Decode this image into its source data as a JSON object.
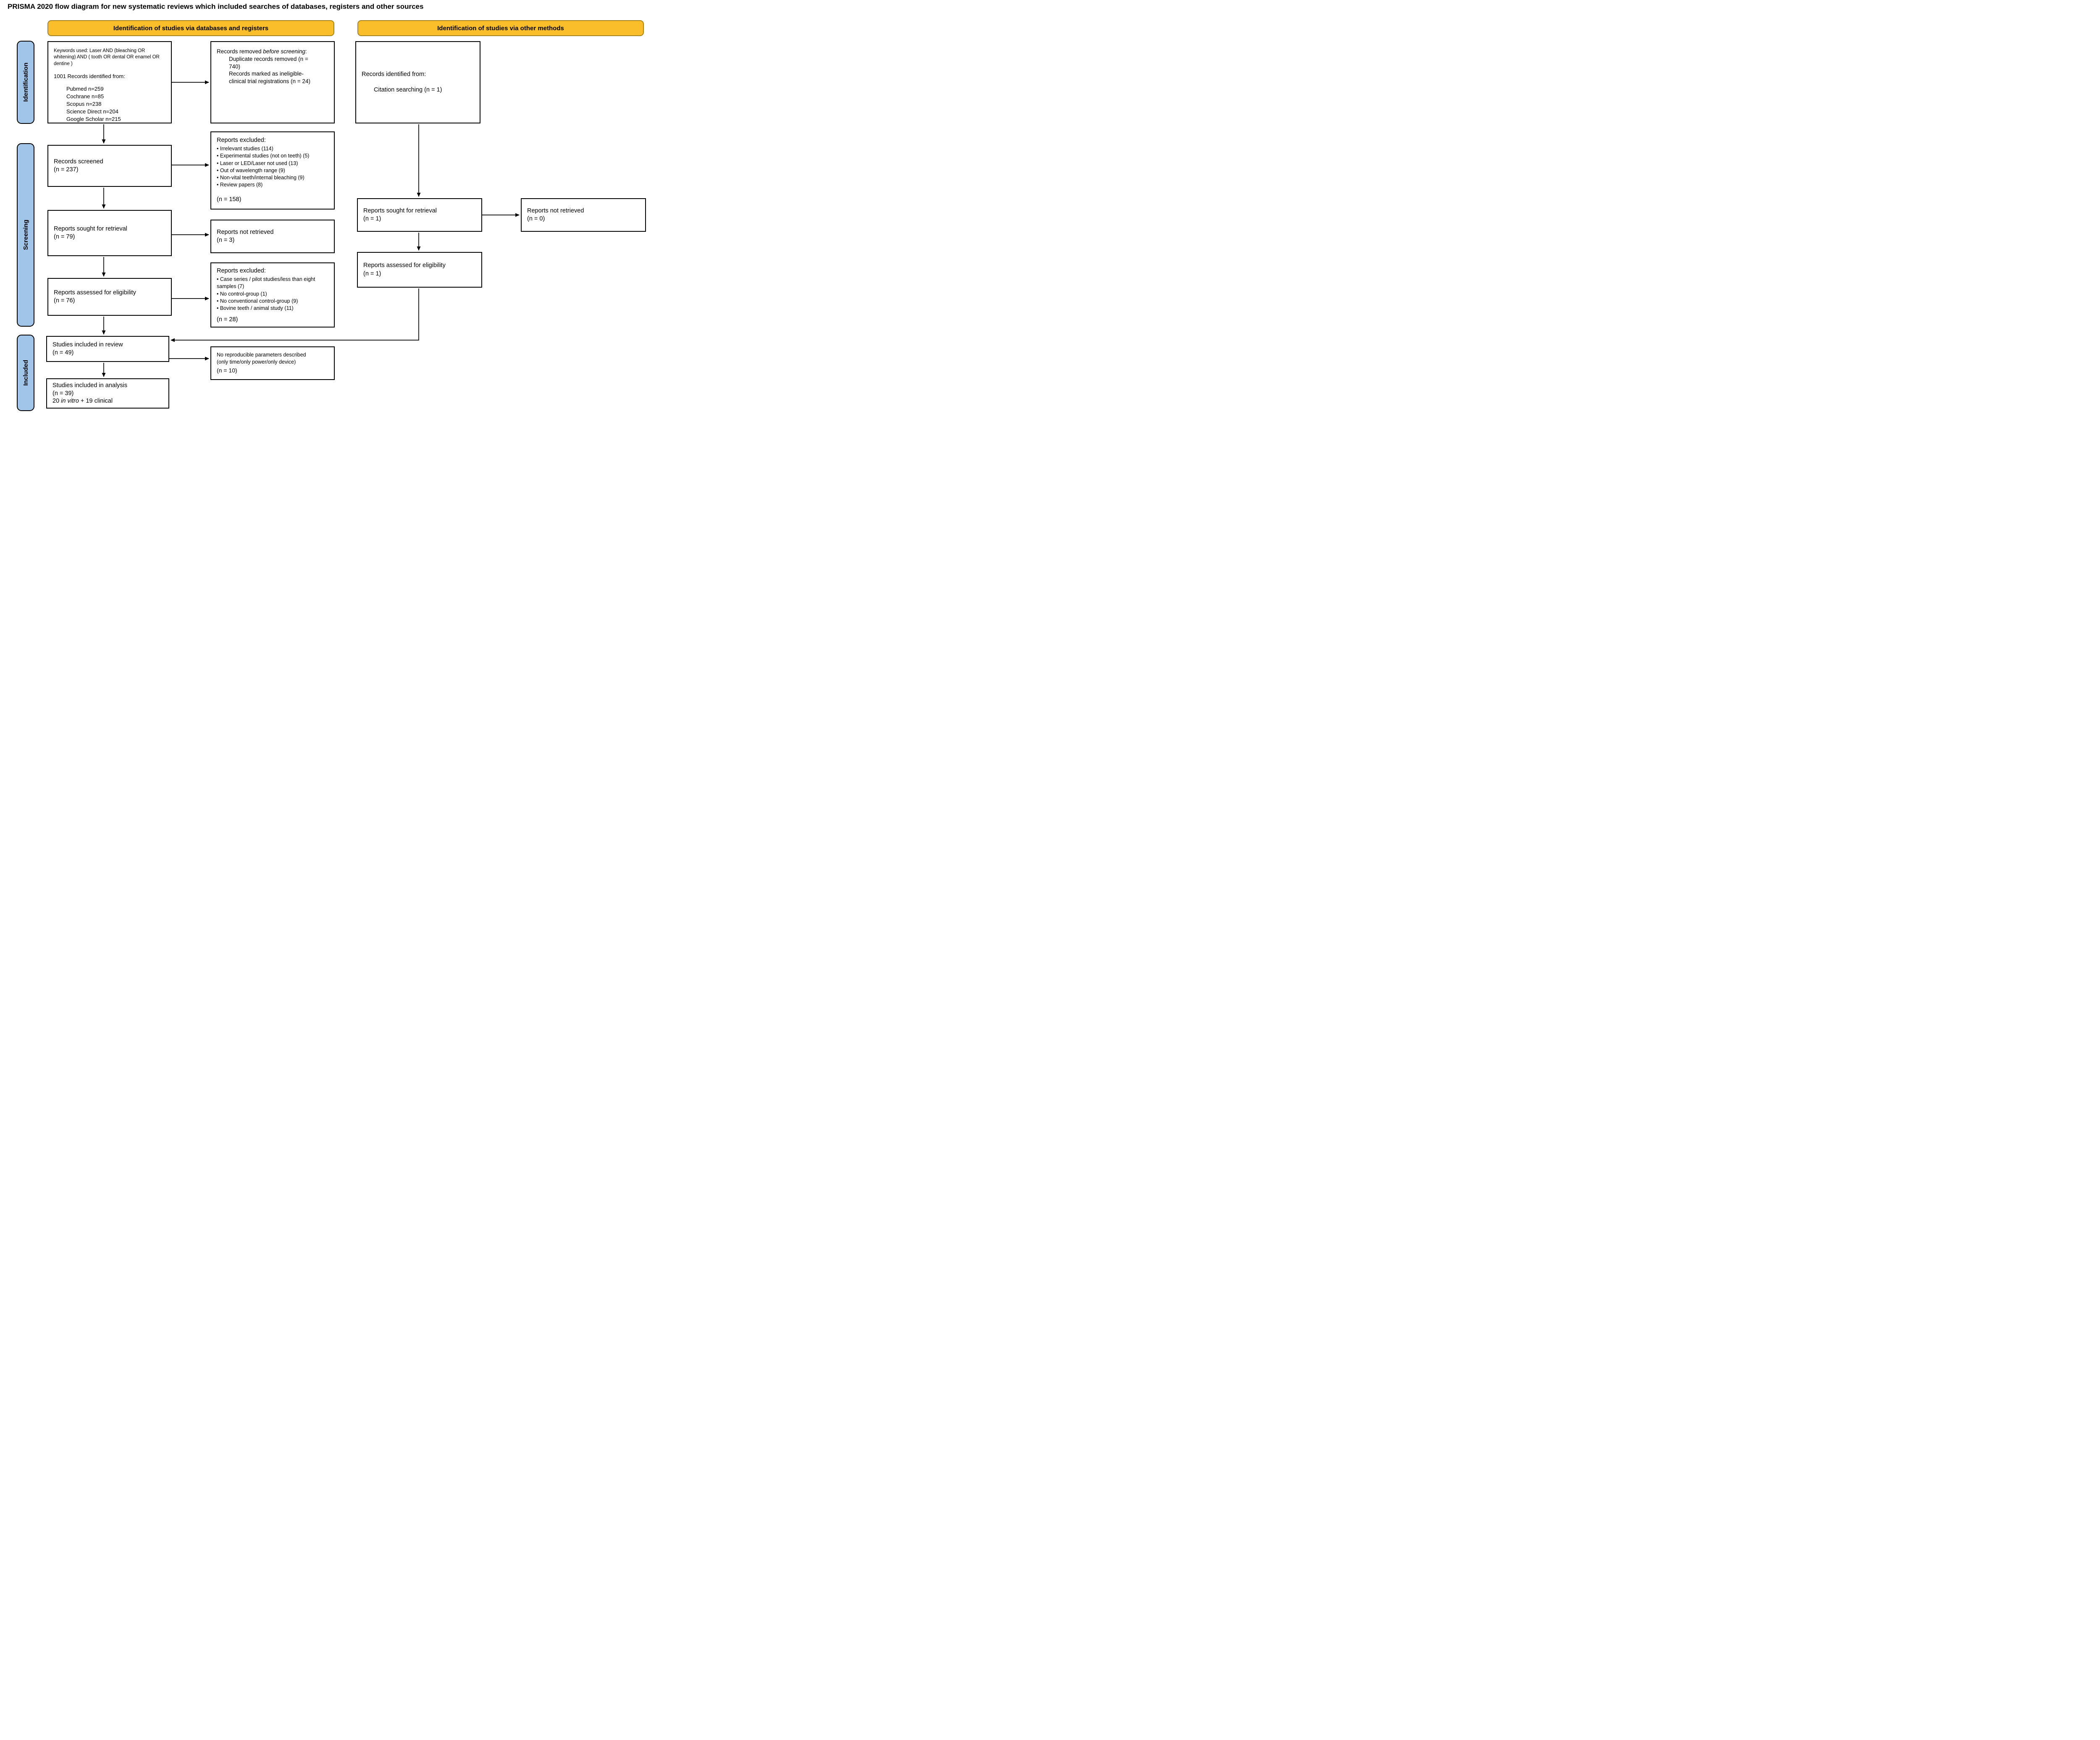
{
  "title": "PRISMA 2020 flow diagram for new systematic reviews which included searches of databases, registers and other sources",
  "banners": {
    "databases": "Identification of studies via databases and registers",
    "other": "Identification of studies via other methods"
  },
  "sidebar": {
    "identification": "Identification",
    "screening": "Screening",
    "included": "Included"
  },
  "colors": {
    "banner_bg": "#FBBE2B",
    "banner_border": "#A5841F",
    "sidebar_bg": "#A1C5E8",
    "box_border": "#000000",
    "arrow": "#000000"
  },
  "boxes": {
    "keywords": {
      "keywords_text": "Keywords used: Laser AND (bleaching OR whitening) AND ( tooth  OR  dental OR enamel OR dentine )",
      "records_line": "1001 Records identified from:",
      "sources": [
        "Pubmed n=259",
        "Cochrane n=85",
        "Scopus n=238",
        "Science Direct n=204",
        "Google Scholar n=215"
      ]
    },
    "records_removed": {
      "title_prefix": "Records removed ",
      "title_italic": "before screening",
      "title_suffix": ":",
      "items": [
        "Duplicate records removed (n = 740)",
        "Records marked as ineligible- clinical trial registrations (n = 24)"
      ]
    },
    "records_identified_other": {
      "title": "Records identified from:",
      "item": "Citation searching (n = 1)"
    },
    "records_screened": {
      "line1": "Records screened",
      "line2": "(n = 237)"
    },
    "reports_excluded_screening": {
      "title": "Reports excluded:",
      "items": [
        "• Irrelevant studies (114)",
        "• Experimental studies (not on teeth) (5)",
        "• Laser or LED/Laser not used (13)",
        "• Out of wavelength range (9)",
        "• Non-vital teeth/internal bleaching (9)",
        "• Review papers (8)"
      ],
      "total": "(n = 158)"
    },
    "reports_sought": {
      "line1": "Reports sought for retrieval",
      "line2": "(n = 79)"
    },
    "reports_not_retrieved": {
      "line1": "Reports not retrieved",
      "line2": "(n = 3)"
    },
    "reports_assessed": {
      "line1": "Reports assessed for eligibility",
      "line2": "(n = 76)"
    },
    "reports_excluded_eligibility": {
      "title": "Reports excluded:",
      "items": [
        "• Case series / pilot studies/less than eight samples (7)",
        "• No control-group (1)",
        "• No conventional control-group (9)",
        "• Bovine teeth / animal study (11)"
      ],
      "total": "(n = 28)"
    },
    "studies_review": {
      "line1": "Studies included in review",
      "line2": "(n = 49)"
    },
    "no_reproducible": {
      "line1": "No reproducible parameters described",
      "line2": "(only time/only power/only device)",
      "line3": "(n = 10)"
    },
    "studies_analysis": {
      "line1": "Studies included in analysis",
      "line2": "(n = 39)",
      "line3_prefix": "20 ",
      "line3_italic": "in vitro",
      "line3_suffix": " + 19 clinical"
    },
    "reports_sought_other": {
      "line1": "Reports sought for retrieval",
      "line2": "(n = 1)"
    },
    "reports_not_retrieved_other": {
      "line1": "Reports not retrieved",
      "line2": "(n = 0)"
    },
    "reports_assessed_other": {
      "line1": "Reports assessed for eligibility",
      "line2": "(n = 1)"
    }
  }
}
